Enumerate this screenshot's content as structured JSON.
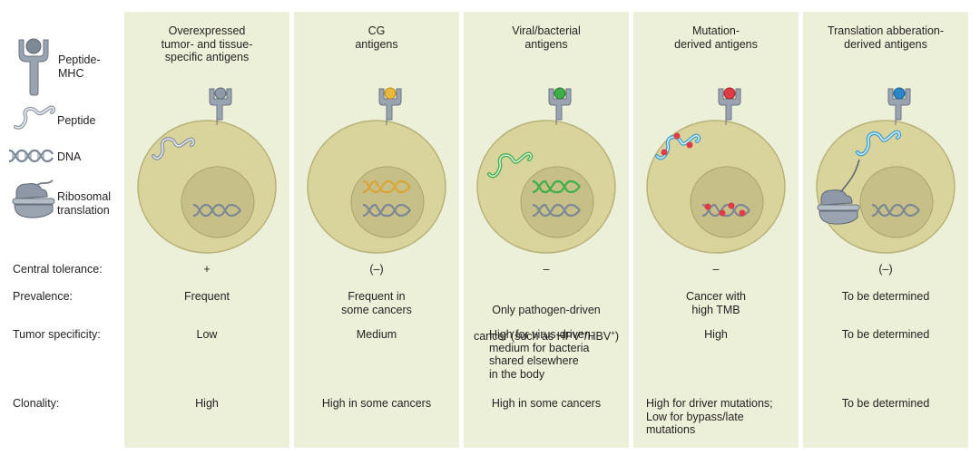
{
  "legend": {
    "items": [
      {
        "label": "Peptide-\nMHC",
        "icon": "peptide-mhc-icon"
      },
      {
        "label": "Peptide",
        "icon": "peptide-icon"
      },
      {
        "label": "DNA",
        "icon": "dna-icon"
      },
      {
        "label": "Ribosomal\ntranslation",
        "icon": "ribosome-icon"
      }
    ]
  },
  "row_labels": {
    "central_tolerance": "Central tolerance:",
    "prevalence": "Prevalence:",
    "tumor_specificity": "Tumor specificity:",
    "clonality": "Clonality:"
  },
  "columns": [
    {
      "title": "Overexpressed\ntumor- and tissue-\nspecific antigens",
      "peptide_color": "#8e9aa5",
      "central_tolerance": "+",
      "prevalence": "Frequent",
      "tumor_specificity": "Low",
      "clonality": "High"
    },
    {
      "title": "CG\nantigens",
      "peptide_color": "#e8b93a",
      "central_tolerance": "(–)",
      "prevalence": "Frequent in\nsome cancers",
      "tumor_specificity": "Medium",
      "clonality": "High in some cancers"
    },
    {
      "title": "Viral/bacterial\nantigens",
      "peptide_color": "#3fae49",
      "central_tolerance": "–",
      "prevalence_line1": "Only pathogen-driven",
      "prevalence_line2_a": "cancer (such as HPV",
      "prevalence_sup1": "+",
      "prevalence_line2_b": "/HBV",
      "prevalence_sup2": "+",
      "prevalence_line2_c": ")",
      "tumor_specificity": "High for virus-driven;\nmedium for bacteria\nshared elsewhere\nin the body",
      "clonality": "High in some cancers"
    },
    {
      "title": "Mutation-\nderived antigens",
      "peptide_color": "#e03c45",
      "central_tolerance": "–",
      "prevalence": "Cancer with\nhigh TMB",
      "tumor_specificity": "High",
      "clonality": "High for driver mutations;\nLow for bypass/late\nmutations"
    },
    {
      "title": "Translation abberation-\nderived antigens",
      "peptide_color": "#2a86c8",
      "central_tolerance": "(–)",
      "prevalence": "To be determined",
      "tumor_specificity": "To be determined",
      "clonality": "To be determined"
    }
  ],
  "colors": {
    "column_bg": "#edf0d8",
    "cell_fill": "#d8d49b",
    "nucleus_fill": "#c6c088",
    "mhc_fill": "#9aa3b0",
    "strand_gray": "#8b95a3",
    "strand_gold": "#d9a53a",
    "strand_green": "#3fae49",
    "strand_blue": "#3a9fd0"
  }
}
